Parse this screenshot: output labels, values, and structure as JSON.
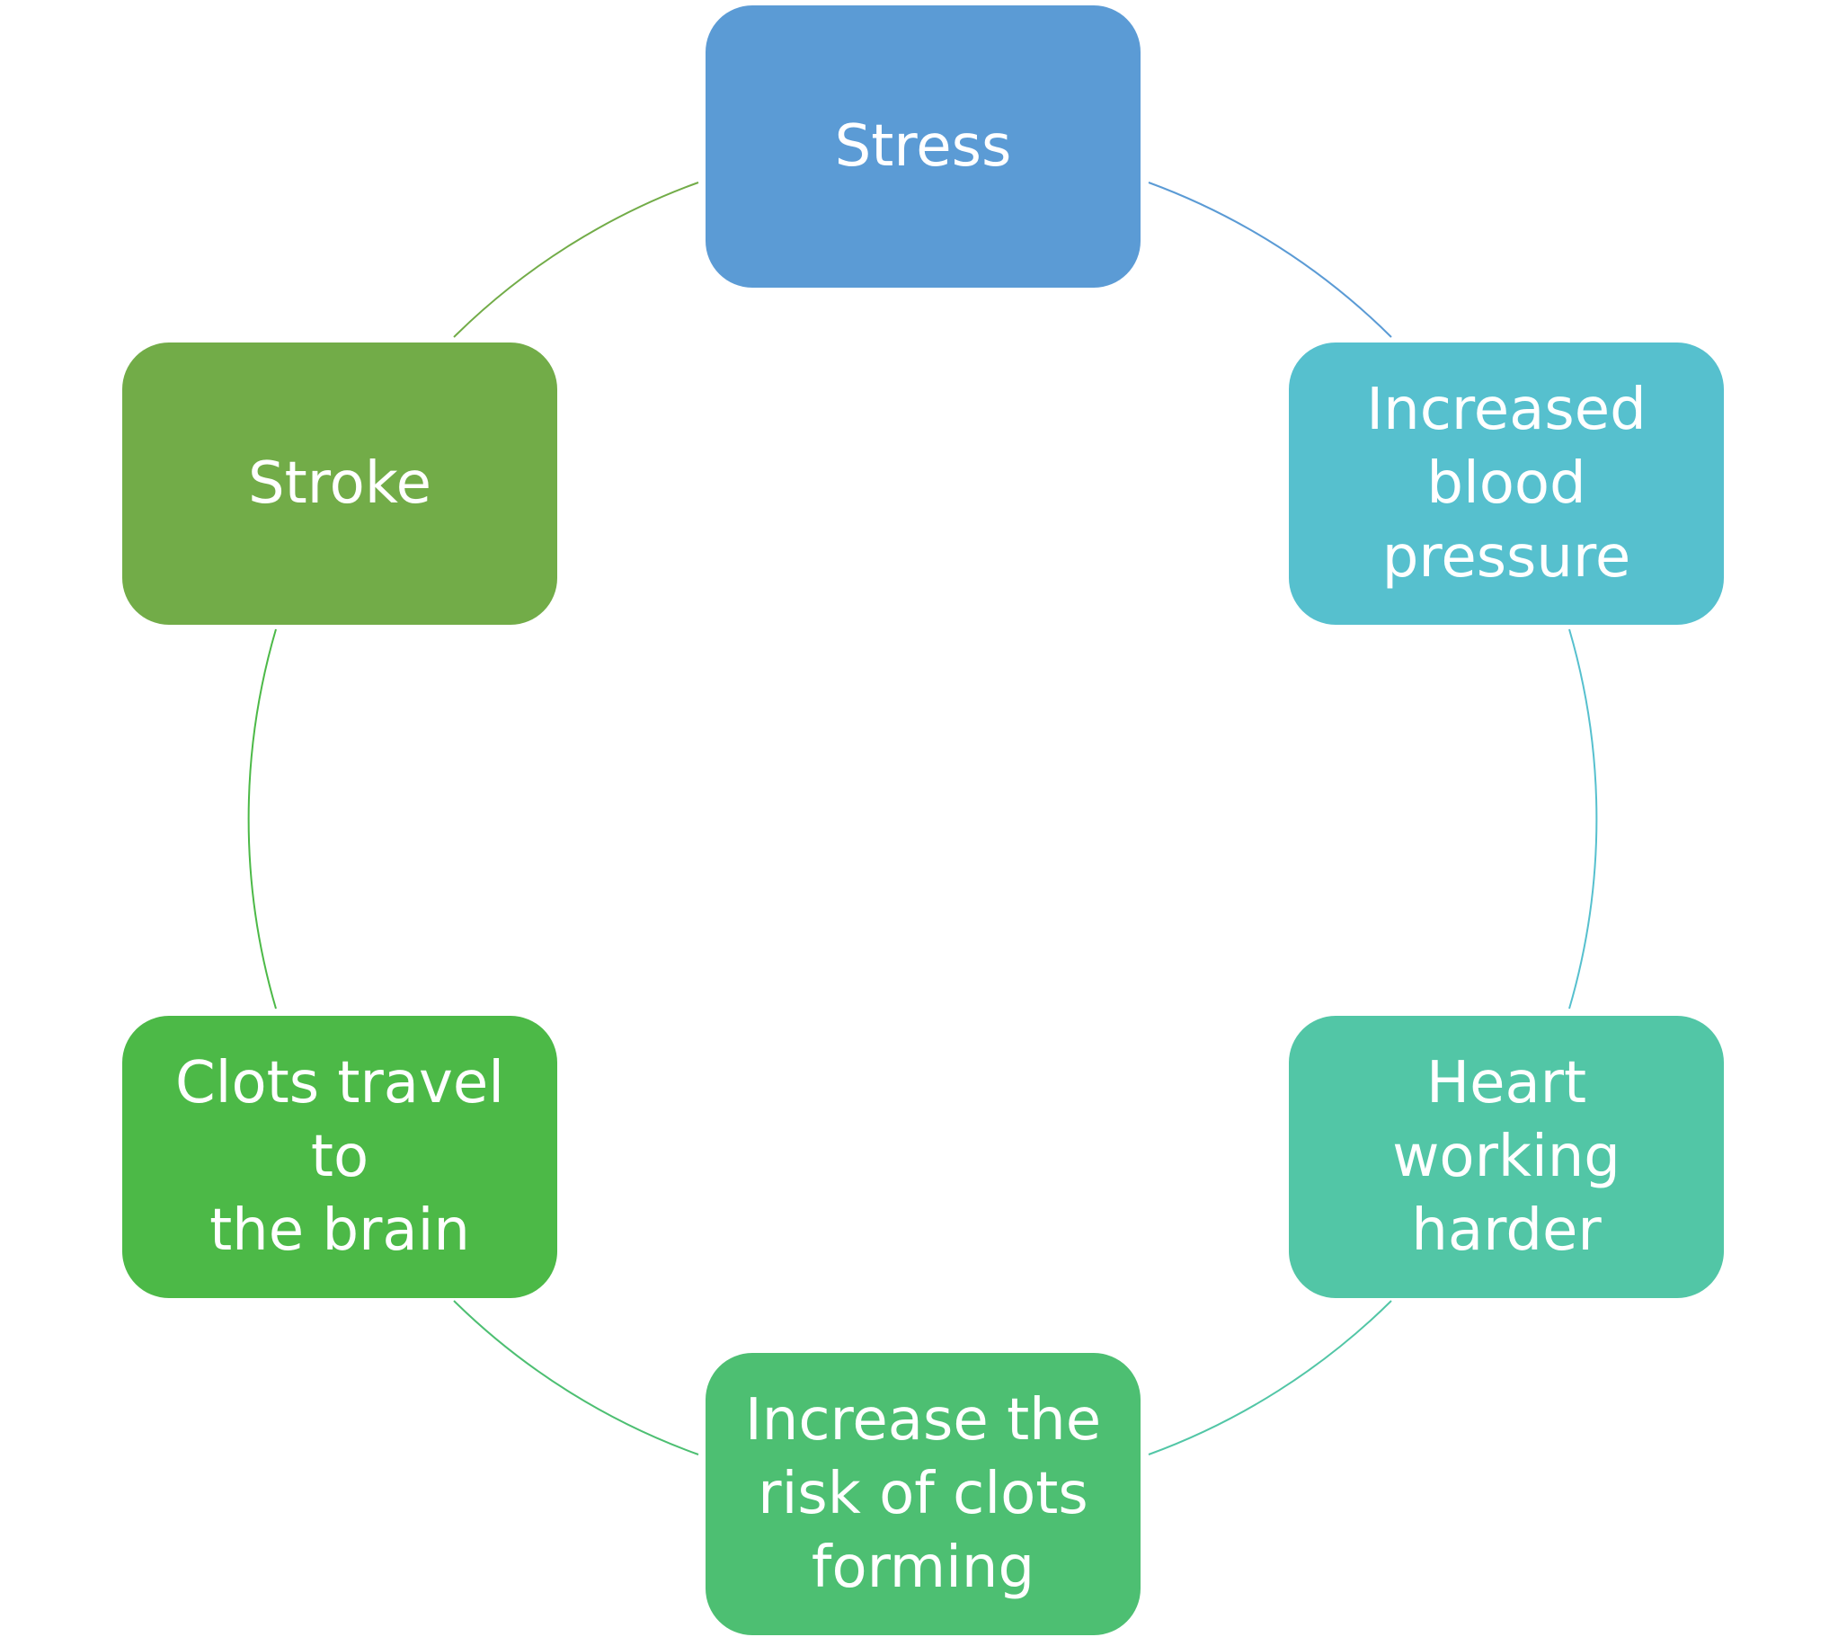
{
  "diagram": {
    "type": "cycle",
    "nodes": [
      {
        "id": "stress",
        "label": "Stress",
        "color": "#5B9BD5"
      },
      {
        "id": "increased-blood-pressure",
        "label": "Increased\nblood\npressure",
        "color": "#56C0CE"
      },
      {
        "id": "heart-working-harder",
        "label": "Heart\nworking\nharder",
        "color": "#52C6A6"
      },
      {
        "id": "increase-risk-of-clots",
        "label": "Increase the\nrisk of clots\nforming",
        "color": "#4DBF72"
      },
      {
        "id": "clots-travel-to-brain",
        "label": "Clots travel to\nthe brain",
        "color": "#4CB947"
      },
      {
        "id": "stroke",
        "label": "Stroke",
        "color": "#72AC48"
      }
    ],
    "edges": [
      {
        "from": "stress",
        "to": "increased-blood-pressure",
        "color": "#5B9BD5"
      },
      {
        "from": "increased-blood-pressure",
        "to": "heart-working-harder",
        "color": "#56C0CE"
      },
      {
        "from": "heart-working-harder",
        "to": "increase-risk-of-clots",
        "color": "#52C6A6"
      },
      {
        "from": "increase-risk-of-clots",
        "to": "clots-travel-to-brain",
        "color": "#4DBF72"
      },
      {
        "from": "clots-travel-to-brain",
        "to": "stroke",
        "color": "#4CB947"
      },
      {
        "from": "stroke",
        "to": "stress",
        "color": "#72AC48"
      }
    ]
  }
}
